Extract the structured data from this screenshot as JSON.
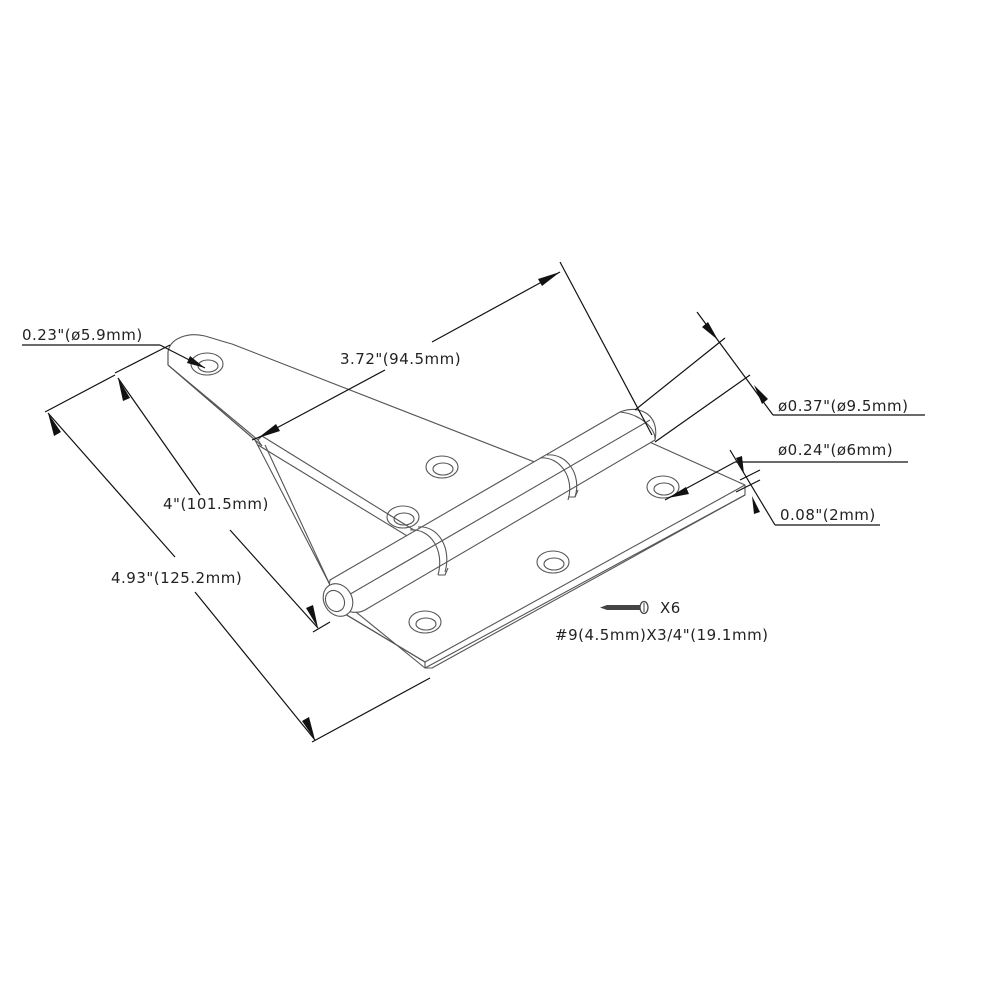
{
  "diagram": {
    "subject": "T-hinge technical drawing",
    "colors": {
      "background": "#ffffff",
      "line": "#555555",
      "dimension": "#111111",
      "text": "#222222"
    },
    "dimensions": {
      "hole_diameter": "0.23\"(ø5.9mm)",
      "leaf_width": "3.72\"(94.5mm)",
      "strap_length": "4\"(101.5mm)",
      "overall_length": "4.93\"(125.2mm)",
      "knuckle_diameter": "ø0.37\"(ø9.5mm)",
      "pin_diameter": "ø0.24\"(ø6mm)",
      "thickness": "0.08\"(2mm)"
    },
    "screws": {
      "icon": "screw-icon",
      "quantity": "X6",
      "spec": "#9(4.5mm)X3/4\"(19.1mm)"
    }
  }
}
